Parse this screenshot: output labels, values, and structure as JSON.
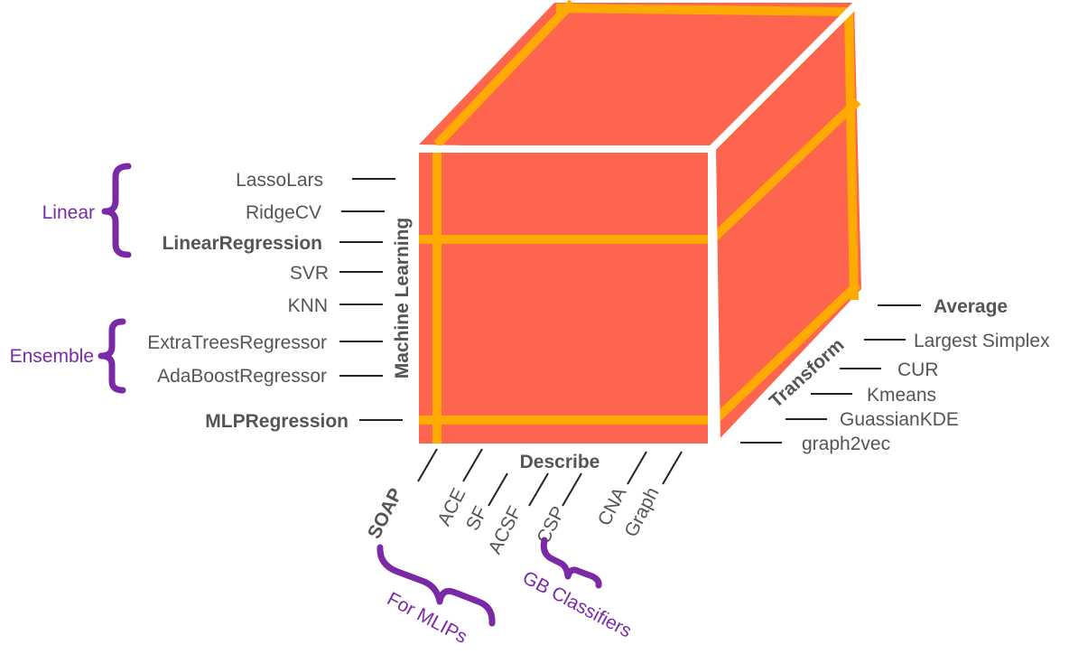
{
  "cube": {
    "colors": {
      "face": "#fe654f",
      "stripe": "#ffaa00",
      "edge": "#ffffff"
    }
  },
  "axes": {
    "ml": "Machine Learning",
    "describe": "Describe",
    "transform": "Transform"
  },
  "ml_methods": [
    {
      "label": "LassoLars",
      "bold": false
    },
    {
      "label": "RidgeCV",
      "bold": false
    },
    {
      "label": "LinearRegression",
      "bold": true
    },
    {
      "label": "SVR",
      "bold": false
    },
    {
      "label": "KNN",
      "bold": false
    },
    {
      "label": "ExtraTreesRegressor",
      "bold": false
    },
    {
      "label": "AdaBoostRegressor",
      "bold": false
    },
    {
      "label": "MLPRegression",
      "bold": true
    }
  ],
  "ml_groups": {
    "linear": "Linear",
    "ensemble": "Ensemble"
  },
  "describe_methods": [
    {
      "label": "SOAP",
      "bold": true
    },
    {
      "label": "ACE",
      "bold": false
    },
    {
      "label": "SF",
      "bold": false
    },
    {
      "label": "ACSF",
      "bold": false
    },
    {
      "label": "CSP",
      "bold": false
    },
    {
      "label": "CNA",
      "bold": false
    },
    {
      "label": "Graph",
      "bold": false
    }
  ],
  "describe_groups": {
    "mlips": "For MLIPs",
    "gb": "GB Classifiers"
  },
  "transform_methods": [
    {
      "label": "Average",
      "bold": true
    },
    {
      "label": "Largest Simplex",
      "bold": false
    },
    {
      "label": "CUR",
      "bold": false
    },
    {
      "label": "Kmeans",
      "bold": false
    },
    {
      "label": "GuassianKDE",
      "bold": false
    },
    {
      "label": "graph2vec",
      "bold": false
    }
  ],
  "group_color": "#7b2aa6"
}
